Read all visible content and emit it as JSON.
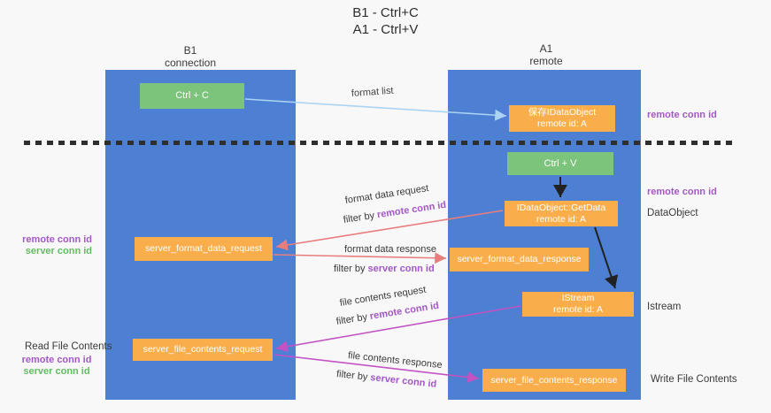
{
  "title": {
    "line1": "B1 - Ctrl+C",
    "line2": "A1 - Ctrl+V"
  },
  "columns": {
    "left": {
      "name": "B1",
      "subtitle": "connection"
    },
    "right": {
      "name": "A1",
      "subtitle": "remote"
    }
  },
  "nodes": {
    "ctrl_c": "Ctrl + C",
    "ctrl_v": "Ctrl + V",
    "save_dataobject": {
      "line1": "保存IDataObject",
      "line2": "remote id: A"
    },
    "getdata": {
      "line1": "IDataObject::GetData",
      "line2": "remote id: A"
    },
    "istream": {
      "line1": "IStream",
      "line2": "remote id: A"
    },
    "server_format_data_request": "server_format_data_request",
    "server_format_data_response": "server_format_data_response",
    "server_file_contents_request": "server_file_contents_request",
    "server_file_contents_response": "server_file_contents_response"
  },
  "flow_labels": {
    "format_list": "format list",
    "format_data_request": "format data request",
    "format_data_response": "format data response",
    "file_contents_request": "file contents request",
    "file_contents_response": "file contents response",
    "filter_by": "filter by ",
    "remote_conn_id": "remote conn id",
    "server_conn_id": "server conn id"
  },
  "side_labels": {
    "left_top": {
      "remote": "remote conn id",
      "server": "server conn id"
    },
    "read_file_contents": "Read File Contents",
    "left_bottom": {
      "remote": "remote conn id",
      "server": "server conn id"
    },
    "right": {
      "remote_conn_id_1": "remote conn id",
      "remote_conn_id_2": "remote conn id",
      "dataobject": "DataObject",
      "istream": "Istream",
      "write_file_contents": "Write File Contents"
    }
  },
  "colors": {
    "blue": "#4d80d3",
    "green": "#7cc47c",
    "orange": "#f9ae4b",
    "red_arrow": "#e87d7d",
    "magenta_arrow": "#c352c3",
    "lightblue_arrow": "#aad4f2",
    "purple_text": "#a457c7",
    "green_text": "#62bd62",
    "background": "#f8f8f8"
  }
}
